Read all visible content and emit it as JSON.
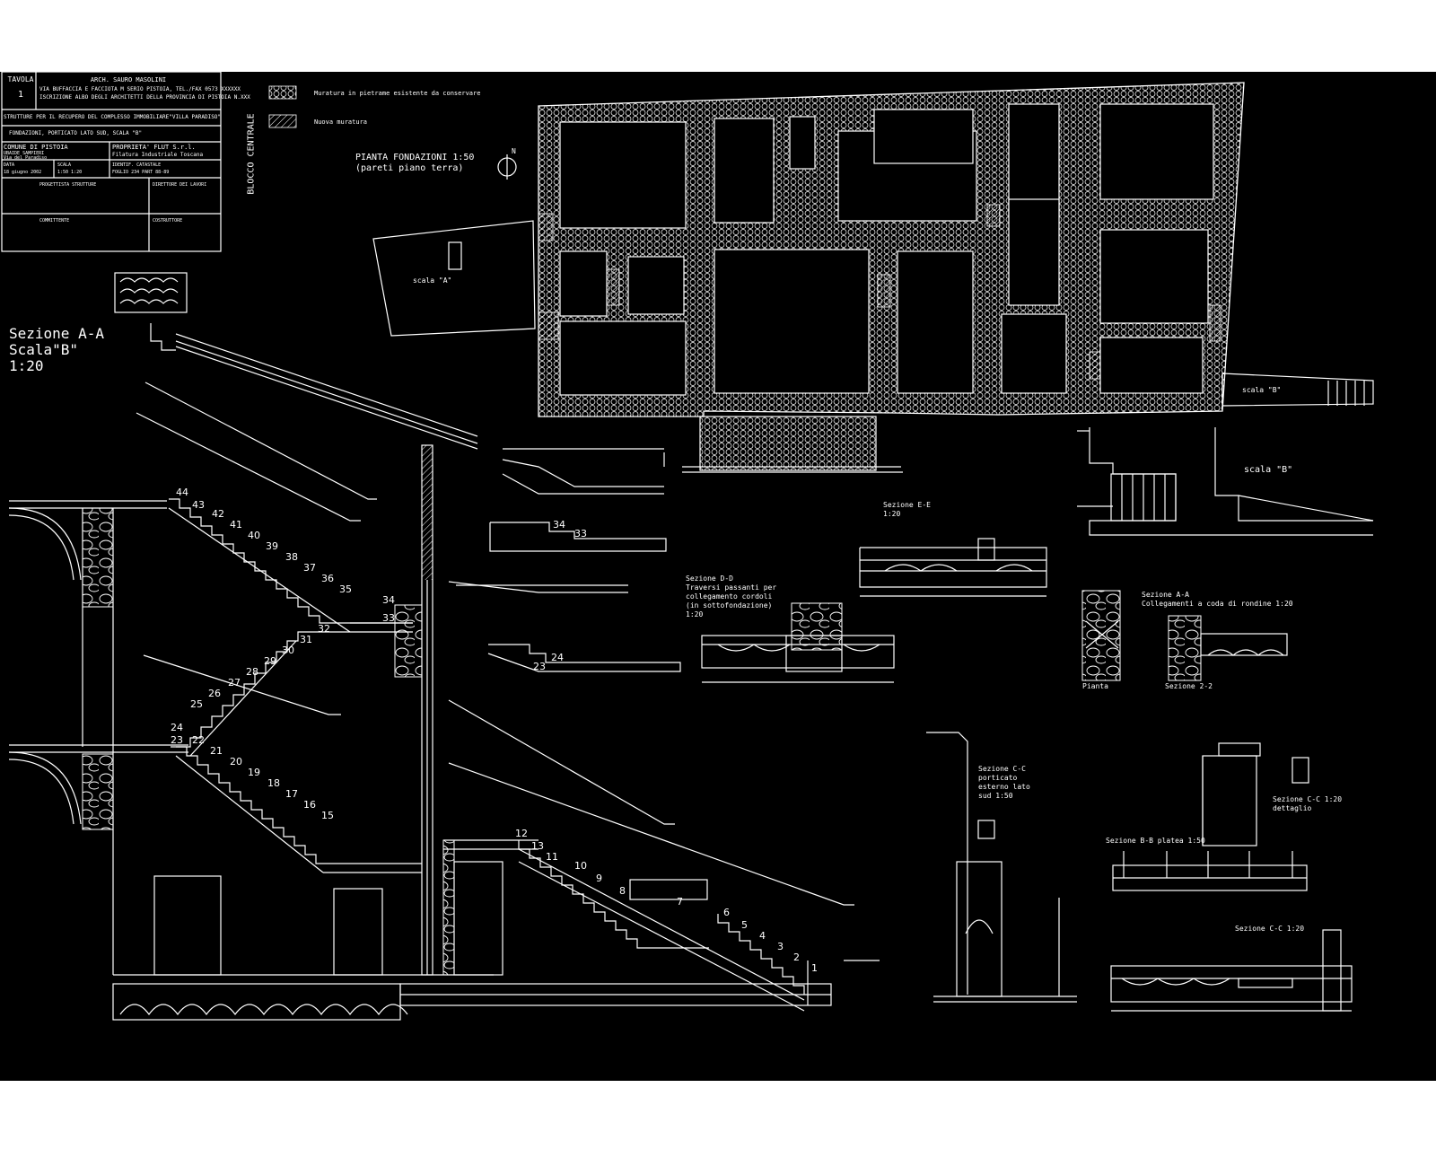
{
  "title_block": {
    "tavola_label": "TAVOLA",
    "tavola_number": "1",
    "architect": "ARCH. SAURO MASOLINI",
    "architect_line1": "VIA BUFFACCIA E FACCIOTA M SERIO PISTOIA, TEL./FAX 0573 XXXXXX",
    "architect_line2": "ISCRIZIONE ALBO DEGLI ARCHITETTI DELLA PROVINCIA DI PISTOIA N.XXX",
    "project": "STRUTTURE PER IL RECUPERO DEL COMPLESSO IMMOBILIARE\"VILLA PARADISO\"",
    "subject": "FONDAZIONI, PORTICATO LATO SUD, SCALA \"B\"",
    "comune": "COMUNE DI PISTOIA",
    "comune_sub1": "UBAIDE SAMPIERI",
    "comune_sub2": "Via del Paradiso",
    "property": "PROPRIETA' FLUT S.r.l.",
    "property_sub": "Filatura Industriale Toscana",
    "date_label": "DATA",
    "date_value": "18 giugno 2002",
    "scale_label": "SCALA",
    "scale_value": "1:50 1:20",
    "ident_label": "IDENTIF. CATASTALE",
    "ident_value": "FOGLIO 234 PART 88-89",
    "progettista": "PROGETTISTA STRUTTURE",
    "direttore": "DIRETTORE DEI LAVORI",
    "committente": "COMMITTENTE",
    "costruttore": "COSTRUTTORE",
    "block_label": "BLOCCO CENTRALE"
  },
  "legend": [
    {
      "label": "Muratura in pietrame esistente da conservare",
      "pattern": "hex"
    },
    {
      "label": "Nuova muratura",
      "pattern": "hatch"
    }
  ],
  "plan": {
    "title": "PIANTA FONDAZIONI 1:50",
    "subtitle": "(pareti piano terra)",
    "north": "N",
    "scala_a": "scala \"A\"",
    "scala_b": "scala \"B\""
  },
  "sections": {
    "aa_title": "Sezione A-A",
    "aa_scale": "Scala\"B\"",
    "aa_ratio": "1:20",
    "ee_title": "Sezione E-E",
    "ee_ratio": "1:20",
    "dd_title": "Sezione D-D",
    "dd_line1": "Traversi passanti per",
    "dd_line2": "collegamento cordoli",
    "dd_line3": "(in sottofondazione)",
    "dd_ratio": "1:20",
    "aa2_title": "Sezione A-A",
    "aa2_sub": "Collegamenti a coda di rondine 1:20",
    "pianta": "Pianta",
    "sez22": "Sezione 2-2",
    "cc_title": "Sezione C-C",
    "cc_line1": "porticato",
    "cc_line2": "esterno lato",
    "cc_line3": "sud 1:50",
    "cc_det_title": "Sezione C-C 1:20",
    "cc_det_sub": "dettaglio",
    "bb_title": "Sezione B-B platea 1:50",
    "cc20_title": "Sezione C-C 1:20"
  },
  "stair_numbers": {
    "upper": [
      "44",
      "43",
      "42",
      "41",
      "40",
      "39",
      "38",
      "37",
      "36",
      "35",
      "34",
      "33"
    ],
    "middle": [
      "32",
      "31",
      "30",
      "29",
      "28",
      "27",
      "26",
      "25",
      "24",
      "23"
    ],
    "lower": [
      "22",
      "21",
      "20",
      "19",
      "18",
      "17",
      "16",
      "15"
    ],
    "right_top": [
      "34",
      "33"
    ],
    "right_mid": [
      "24",
      "23"
    ],
    "bottom": [
      "12",
      "13",
      "11",
      "10",
      "9",
      "8",
      "7",
      "6",
      "5",
      "4",
      "3",
      "2",
      "1"
    ]
  },
  "colors": {
    "background": "#000000",
    "ink": "#ffffff",
    "page": "#ffffff"
  }
}
